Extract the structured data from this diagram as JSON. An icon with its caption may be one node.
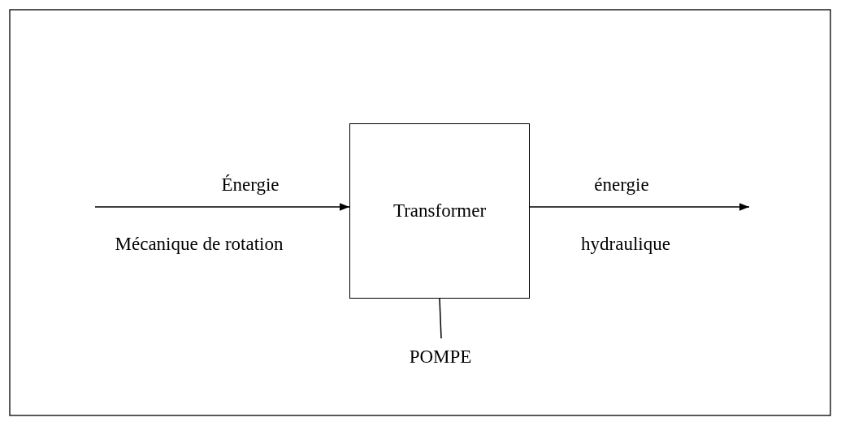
{
  "diagram": {
    "nodes": [
      {
        "text": [
          "Transformer"
        ]
      },
      {
        "text": [
          "POMPE"
        ]
      }
    ],
    "edges": [
      {
        "from": null,
        "to": 0,
        "arrow": "to"
      },
      {
        "from": 0,
        "to": null,
        "arrow": "to"
      },
      {
        "from": 0,
        "to": 1,
        "arrow": "none"
      }
    ],
    "labels": [
      "Énergie",
      "énergie",
      "Mécanique de rotation",
      "hydraulique"
    ]
  }
}
